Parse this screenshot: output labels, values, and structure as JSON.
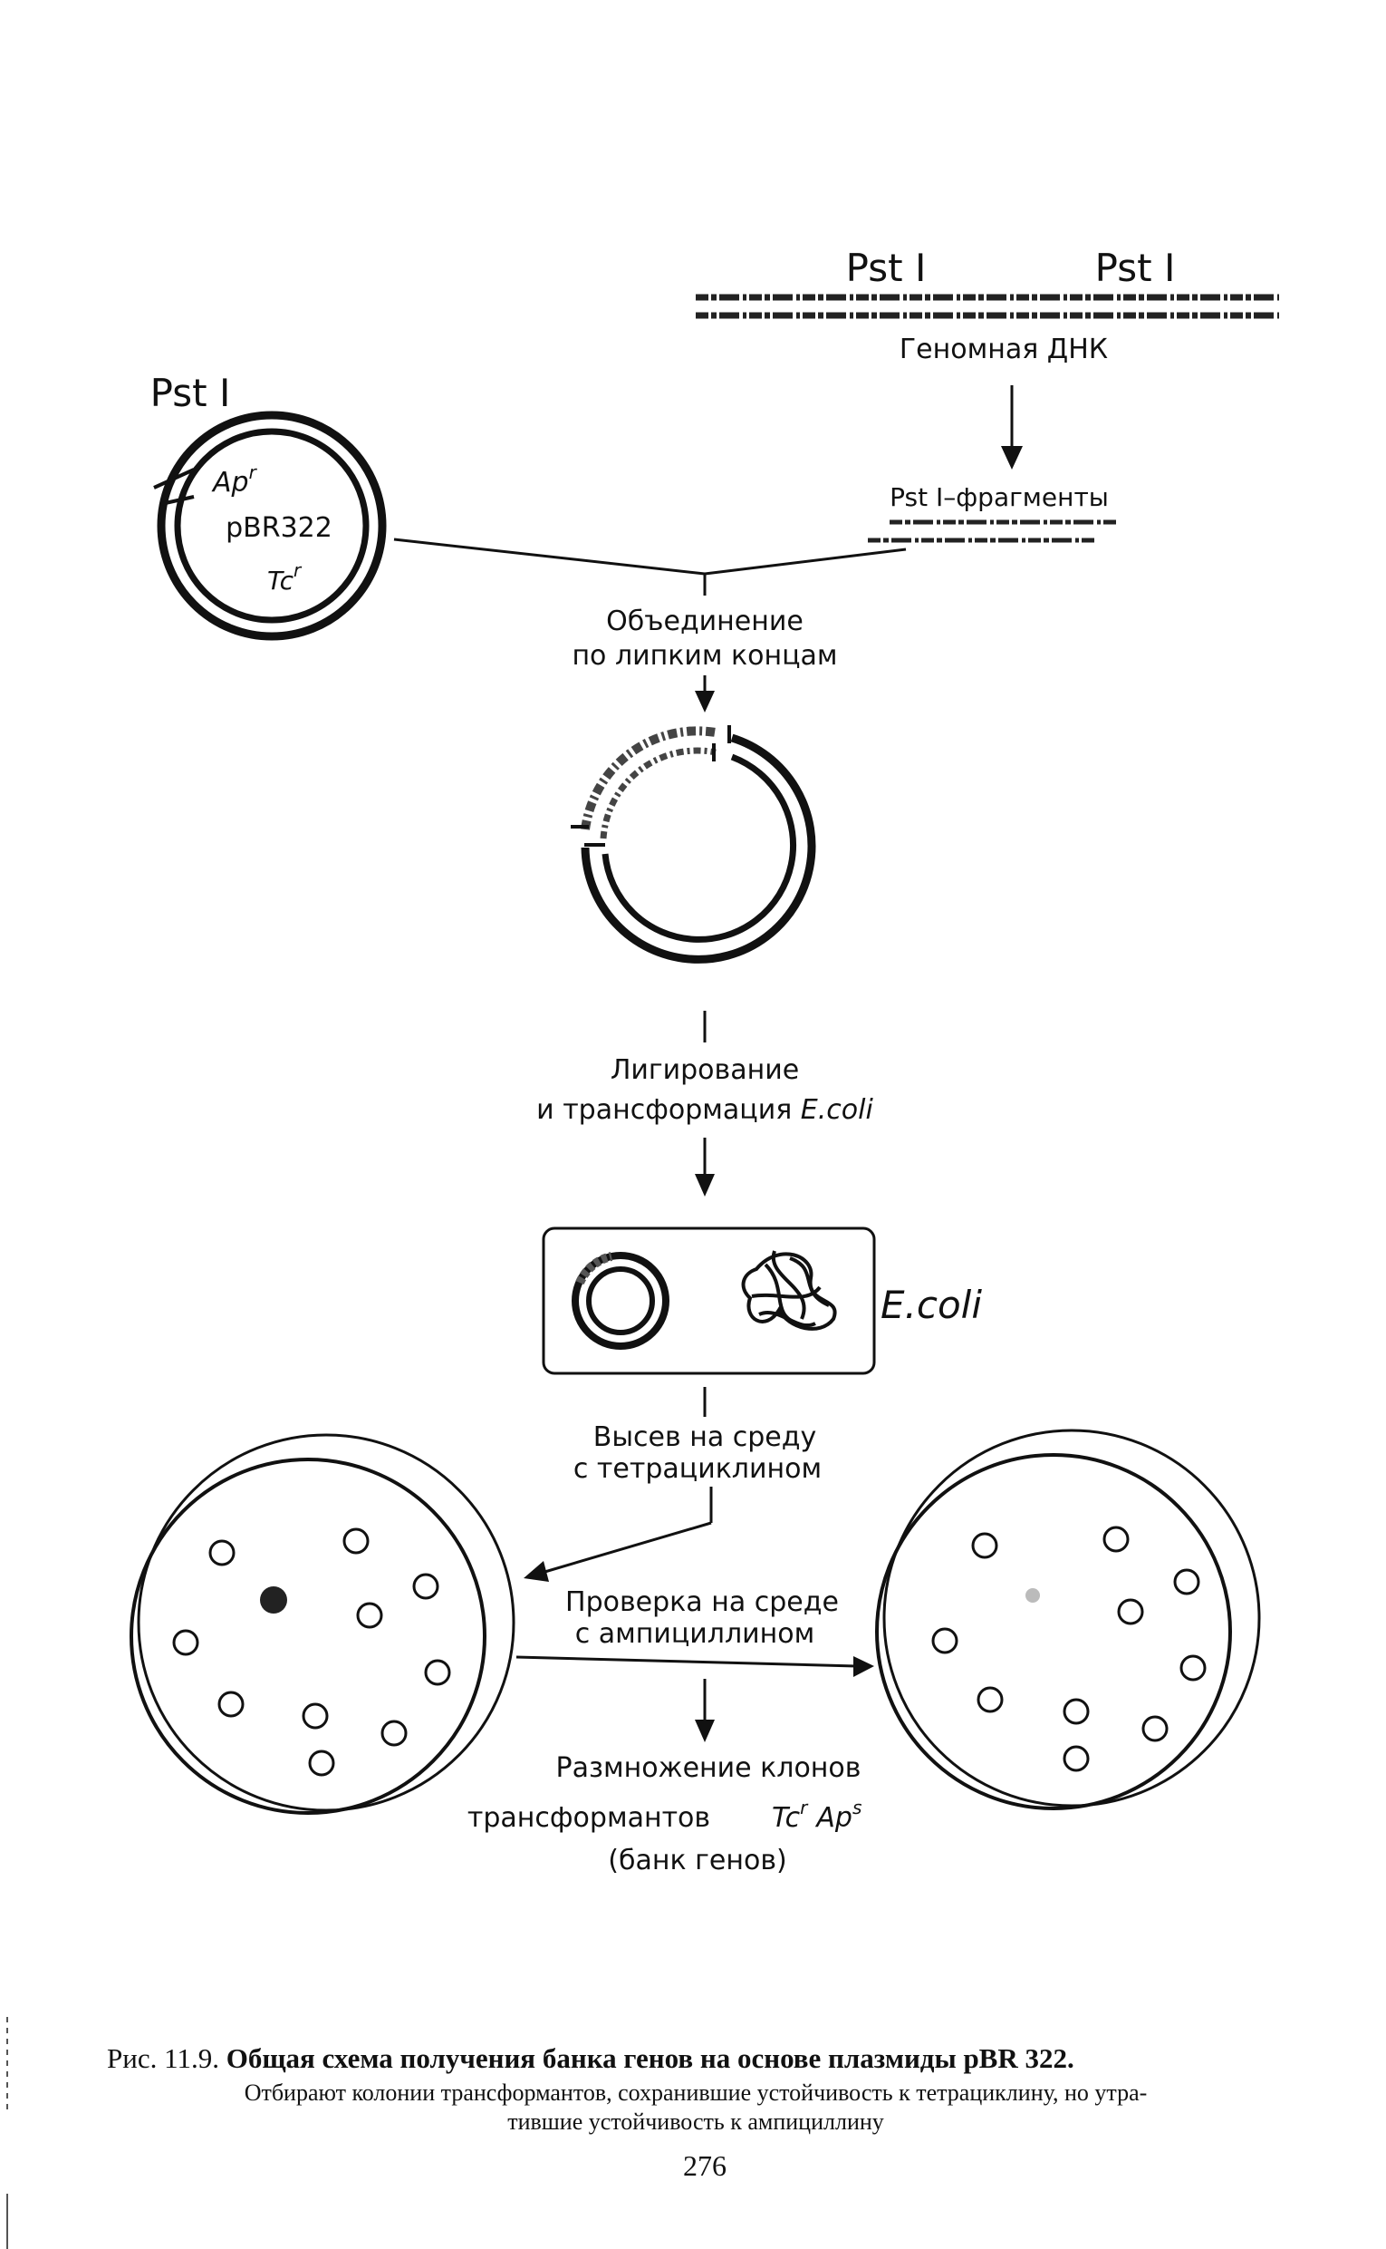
{
  "genomic_dna": {
    "site1": "Pst I",
    "site2": "Pst I",
    "label": "Геномная ДНК"
  },
  "fragments": {
    "label": "Pst I–фрагменты"
  },
  "plasmid": {
    "site": "Pst I",
    "amp": "Ap",
    "amp_sup": "r",
    "name": "pBR322",
    "tet": "Tc",
    "tet_sup": "r"
  },
  "steps": {
    "join_1": "Объединение",
    "join_2": "по липким концам",
    "ligate_1": "Лигирование",
    "ligate_2": "и трансформация",
    "ligate_2_italic": "E.coli",
    "ecoli": "E.coli",
    "plate_1": "Высев на среду",
    "plate_2": "с тетрациклином",
    "check_1": "Проверка на среде",
    "check_2": "с ампициллином",
    "clone_1": "Размножение клонов",
    "clone_2": "трансформантов",
    "clone_tc": "Tc",
    "clone_tc_sup": "r",
    "clone_ap": "Ap",
    "clone_ap_sup": "s",
    "clone_3": "(банк генов)"
  },
  "caption": {
    "fig": "Рис. 11.9.",
    "title": "Общая схема получения банка генов на основе плазмиды pBR 322.",
    "line2": "Отбирают колонии трансформантов, сохранившие устойчивость к тетрациклину, но утра-",
    "line3": "тившие устойчивость к ампициллину"
  },
  "page_number": "276"
}
